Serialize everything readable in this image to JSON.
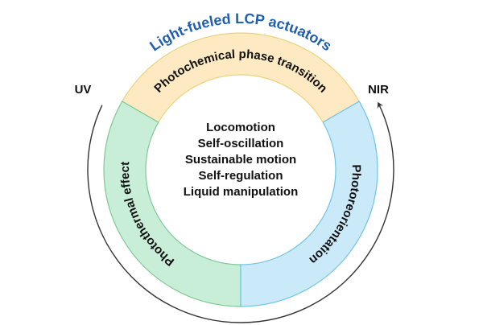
{
  "title": "Light-fueled LCP actuators",
  "colors": {
    "title": "#1f5fb0",
    "text": "#111111",
    "arrow": "#333333"
  },
  "light_sources": {
    "left": "UV",
    "right": "NIR"
  },
  "segments": [
    {
      "id": "photochemical",
      "label": "Photochemical phase transition",
      "fill": "#fdeac3",
      "stroke": "#ecd27c",
      "position": "top"
    },
    {
      "id": "photothermal",
      "label": "Photothermal effect",
      "fill": "#c8eed8",
      "stroke": "#7cc894",
      "position": "left"
    },
    {
      "id": "photoreorientation",
      "label": "Photoreorientation",
      "fill": "#cbeaf9",
      "stroke": "#6ec3e6",
      "position": "right"
    }
  ],
  "applications": [
    "Locomotion",
    "Self-oscillation",
    "Sustainable motion",
    "Self-regulation",
    "Liquid manipulation"
  ],
  "arrow": {
    "from": "UV",
    "to": "NIR",
    "icon": "curved-arrow-icon"
  }
}
